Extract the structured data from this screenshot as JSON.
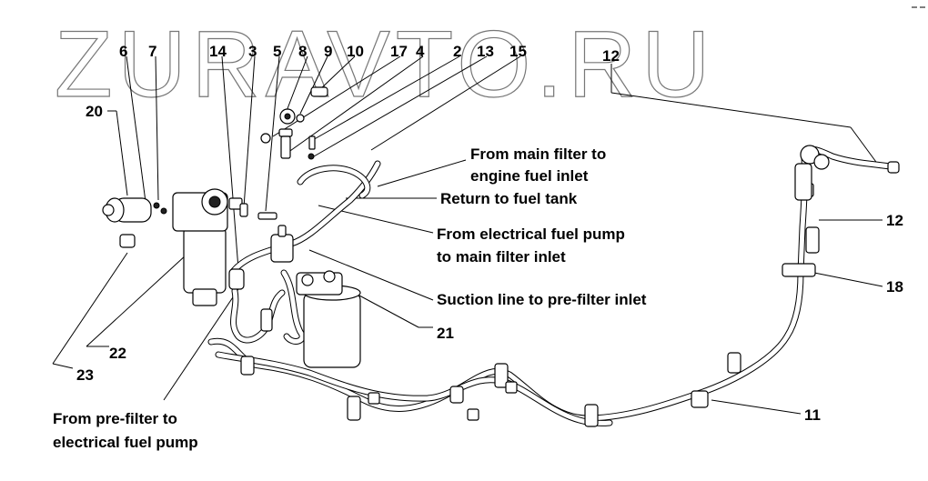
{
  "watermark": "ZURAVTO.RU",
  "callouts": {
    "n6": "6",
    "n7": "7",
    "n14": "14",
    "n3": "3",
    "n5": "5",
    "n8": "8",
    "n9": "9",
    "n10": "10",
    "n17": "17",
    "n4": "4",
    "n2": "2",
    "n13": "13",
    "n15": "15",
    "n12a": "12",
    "n20": "20",
    "n12b": "12",
    "n18": "18",
    "n21": "21",
    "n22": "22",
    "n23": "23",
    "n11": "11"
  },
  "labels": {
    "main_filter_line1": "From main filter to",
    "main_filter_line2": "engine fuel inlet",
    "return_tank": "Return to fuel tank",
    "elec_pump_line1": "From electrical fuel pump",
    "elec_pump_line2": "to main filter inlet",
    "suction": "Suction line to pre-filter inlet",
    "prefilter_line1": "From pre-filter to",
    "prefilter_line2": "electrical fuel pump"
  }
}
